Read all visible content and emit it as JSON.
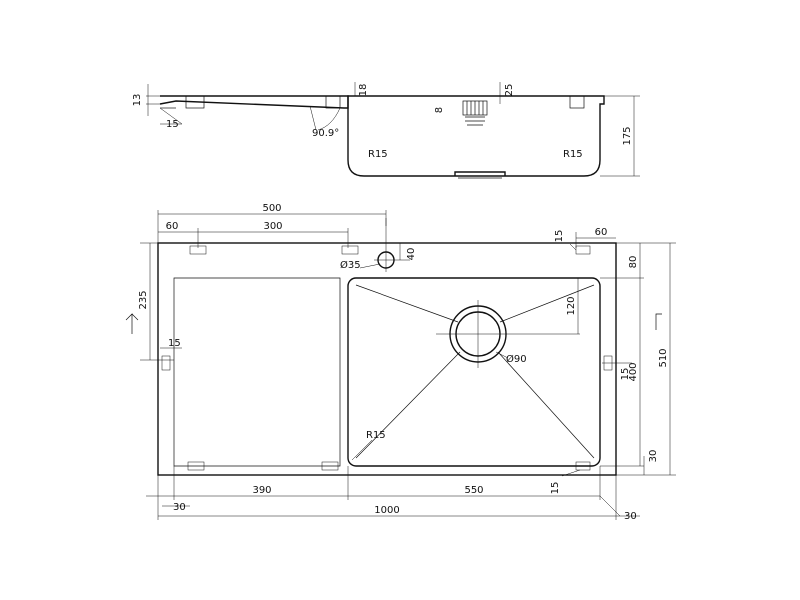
{
  "drawing": {
    "side_view": {
      "dim_13": "13",
      "dim_15": "15",
      "dim_18": "18",
      "dim_25": "25",
      "dim_8": "8",
      "dim_175": "175",
      "angle": "90.9°",
      "radius_left": "R15",
      "radius_right": "R15"
    },
    "plan_view": {
      "dim_500": "500",
      "dim_300": "300",
      "dim_60_left": "60",
      "dim_60_right": "60",
      "dim_15_top_right": "15",
      "dim_80": "80",
      "dim_40": "40",
      "tap_hole": "Ø35",
      "dim_235": "235",
      "dim_15_left": "15",
      "dim_120": "120",
      "drain_diameter": "Ø90",
      "dim_15_right": "15",
      "dim_400": "400",
      "dim_510": "510",
      "radius_bowl": "R15",
      "dim_30_right": "30",
      "dim_390": "390",
      "dim_550": "550",
      "dim_15_bottom": "15",
      "dim_30_left": "30",
      "dim_1000": "1000",
      "dim_30_bottom_right": "30"
    }
  }
}
